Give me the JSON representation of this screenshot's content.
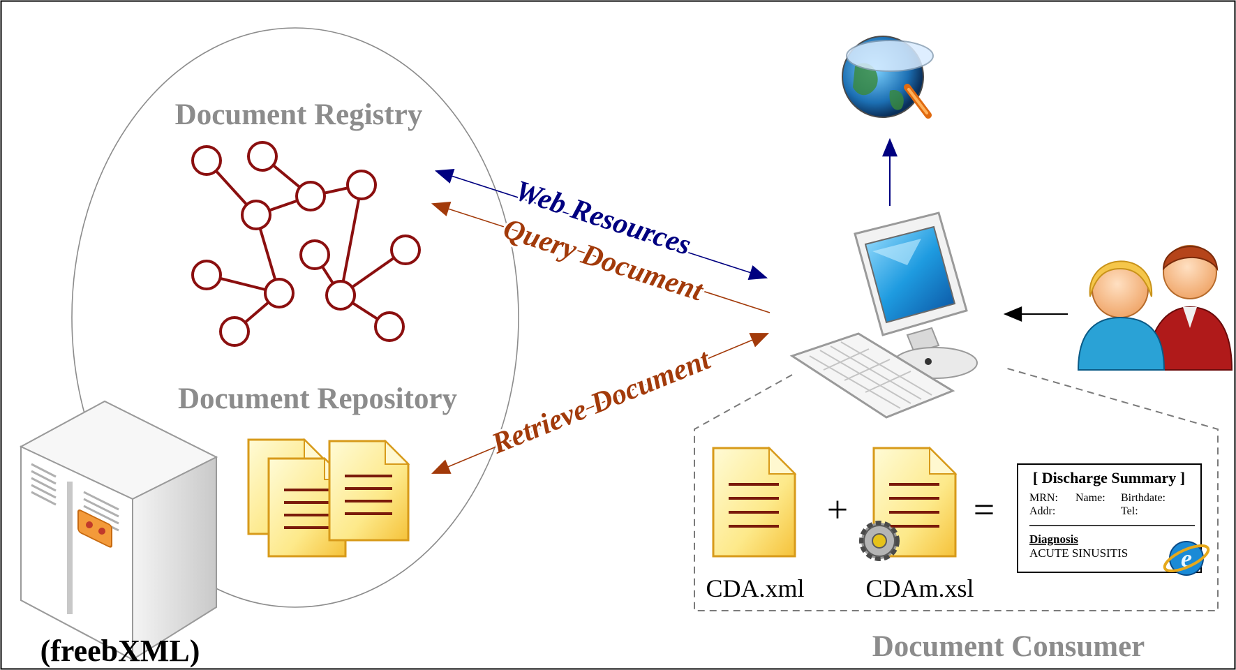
{
  "registry_title": "Document Registry",
  "repository_title": "Document Repository",
  "server_label": "(freebXML)",
  "consumer_title": "Document Consumer",
  "arrows": {
    "web_resources": "Web Resources",
    "query_document": "Query Document",
    "retrieve_document": "Retrieve Document"
  },
  "consumer": {
    "file1": "CDA.xml",
    "file2": "CDAm.xsl",
    "plus": "+",
    "equals": "="
  },
  "summary": {
    "title": "[ Discharge Summary ]",
    "mrn": "MRN:",
    "name": "Name:",
    "birthdate": "Birthdate:",
    "addr": "Addr:",
    "tel": "Tel:",
    "diagnosis_label": "Diagnosis",
    "diagnosis_value": "ACUTE SINUSITIS"
  },
  "colors": {
    "registry_nodes": "#8b0f0f",
    "web_resources": "#000080",
    "query_retrieve": "#a23a0a",
    "gray_title": "#8c8c8c"
  }
}
